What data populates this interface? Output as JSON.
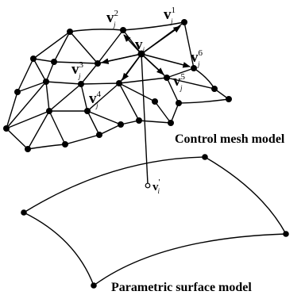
{
  "captions": {
    "control_mesh": "Control mesh model",
    "parametric_surface": "Parametric surface model"
  },
  "vertex_labels": {
    "base": "v",
    "center_sub": "i",
    "j_sub": "j",
    "superscripts": [
      "1",
      "2",
      "3",
      "4",
      "5",
      "6"
    ],
    "projection_sub": "i",
    "projection_prime": "'"
  }
}
